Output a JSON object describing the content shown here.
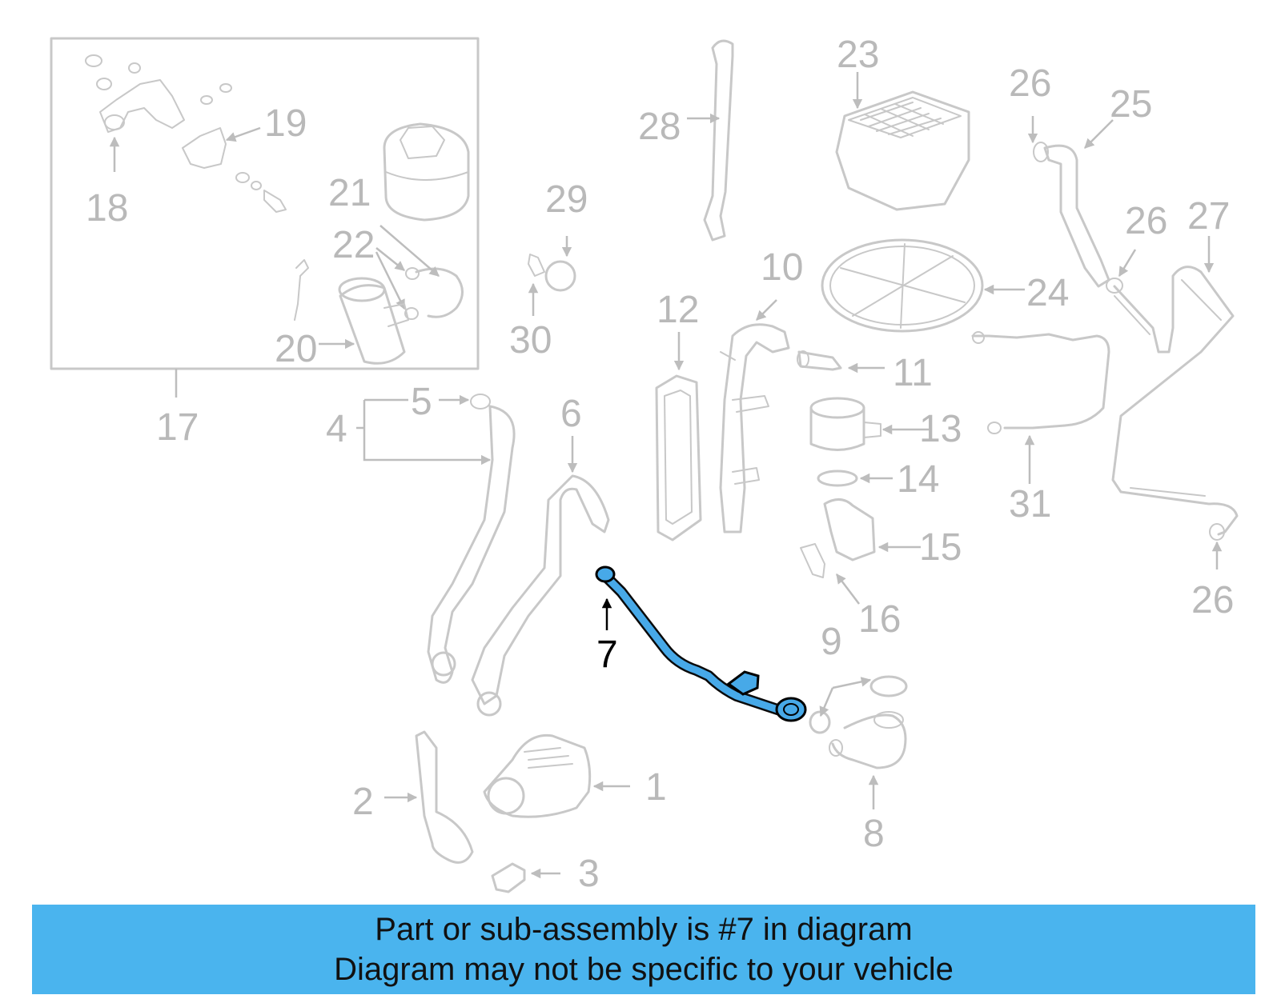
{
  "diagram": {
    "highlighted_part": "7",
    "callouts": [
      "1",
      "2",
      "3",
      "4",
      "5",
      "6",
      "7",
      "8",
      "9",
      "10",
      "11",
      "12",
      "13",
      "14",
      "15",
      "16",
      "17",
      "18",
      "19",
      "20",
      "21",
      "22",
      "23",
      "24",
      "25",
      "26",
      "26",
      "26",
      "27",
      "28",
      "29",
      "30",
      "31"
    ]
  },
  "banner": {
    "line1": "Part or sub-assembly is #7 in diagram",
    "line2": "Diagram may not be specific to your vehicle"
  },
  "colors": {
    "highlight": "#47a9e8",
    "banner": "#4ab4ee",
    "parts": "#c8c8c8",
    "labels": "#b9b9b9"
  }
}
